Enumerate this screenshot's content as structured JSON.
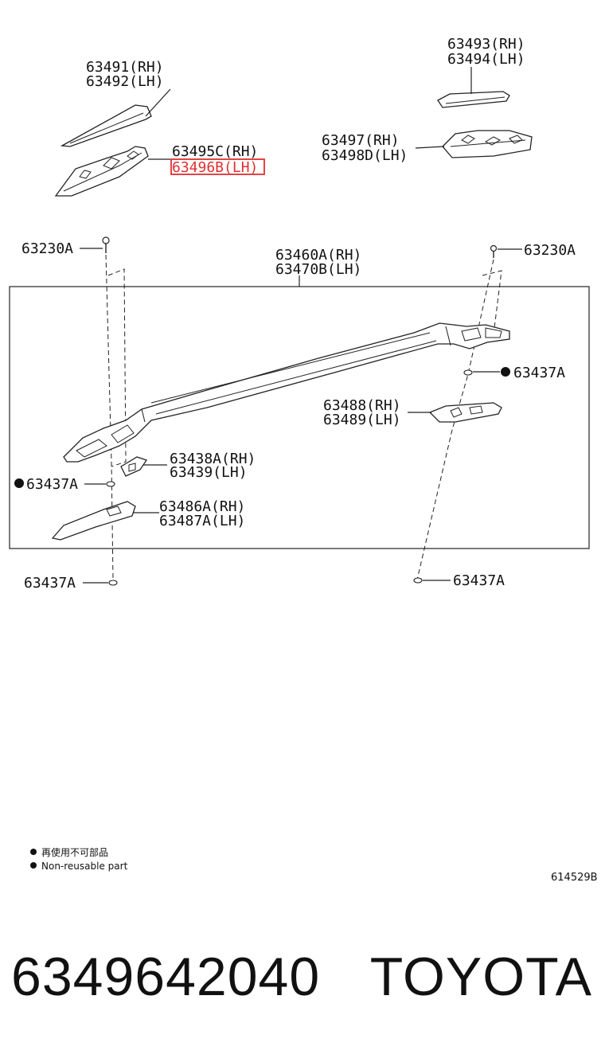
{
  "labels": {
    "l63491": "63491(RH)",
    "l63492": "63492(LH)",
    "l63495c": "63495C(RH)",
    "l63496b": "63496B(LH)",
    "l63493": "63493(RH)",
    "l63494": "63494(LH)",
    "l63497": "63497(RH)",
    "l63498d": "63498D(LH)",
    "l63230a_left": "63230A",
    "l63230a_right": "63230A",
    "l63460a": "63460A(RH)",
    "l63470b": "63470B(LH)",
    "l63437a_right_mid": "63437A",
    "l63488": "63488(RH)",
    "l63489": "63489(LH)",
    "l63438a": "63438A(RH)",
    "l63439": "63439(LH)",
    "l63437a_left_mid": "63437A",
    "l63486a": "63486A(RH)",
    "l63487a": "63487A(LH)",
    "l63437a_left_bottom": "63437A",
    "l63437a_right_bottom": "63437A"
  },
  "highlight_color": "#e03030",
  "legend": {
    "line1": "再使用不可部品",
    "line2": "Non-reusable part"
  },
  "diagram_code": "614529B",
  "footer": {
    "part_number": "6349642040",
    "brand": "TOYOTA"
  }
}
